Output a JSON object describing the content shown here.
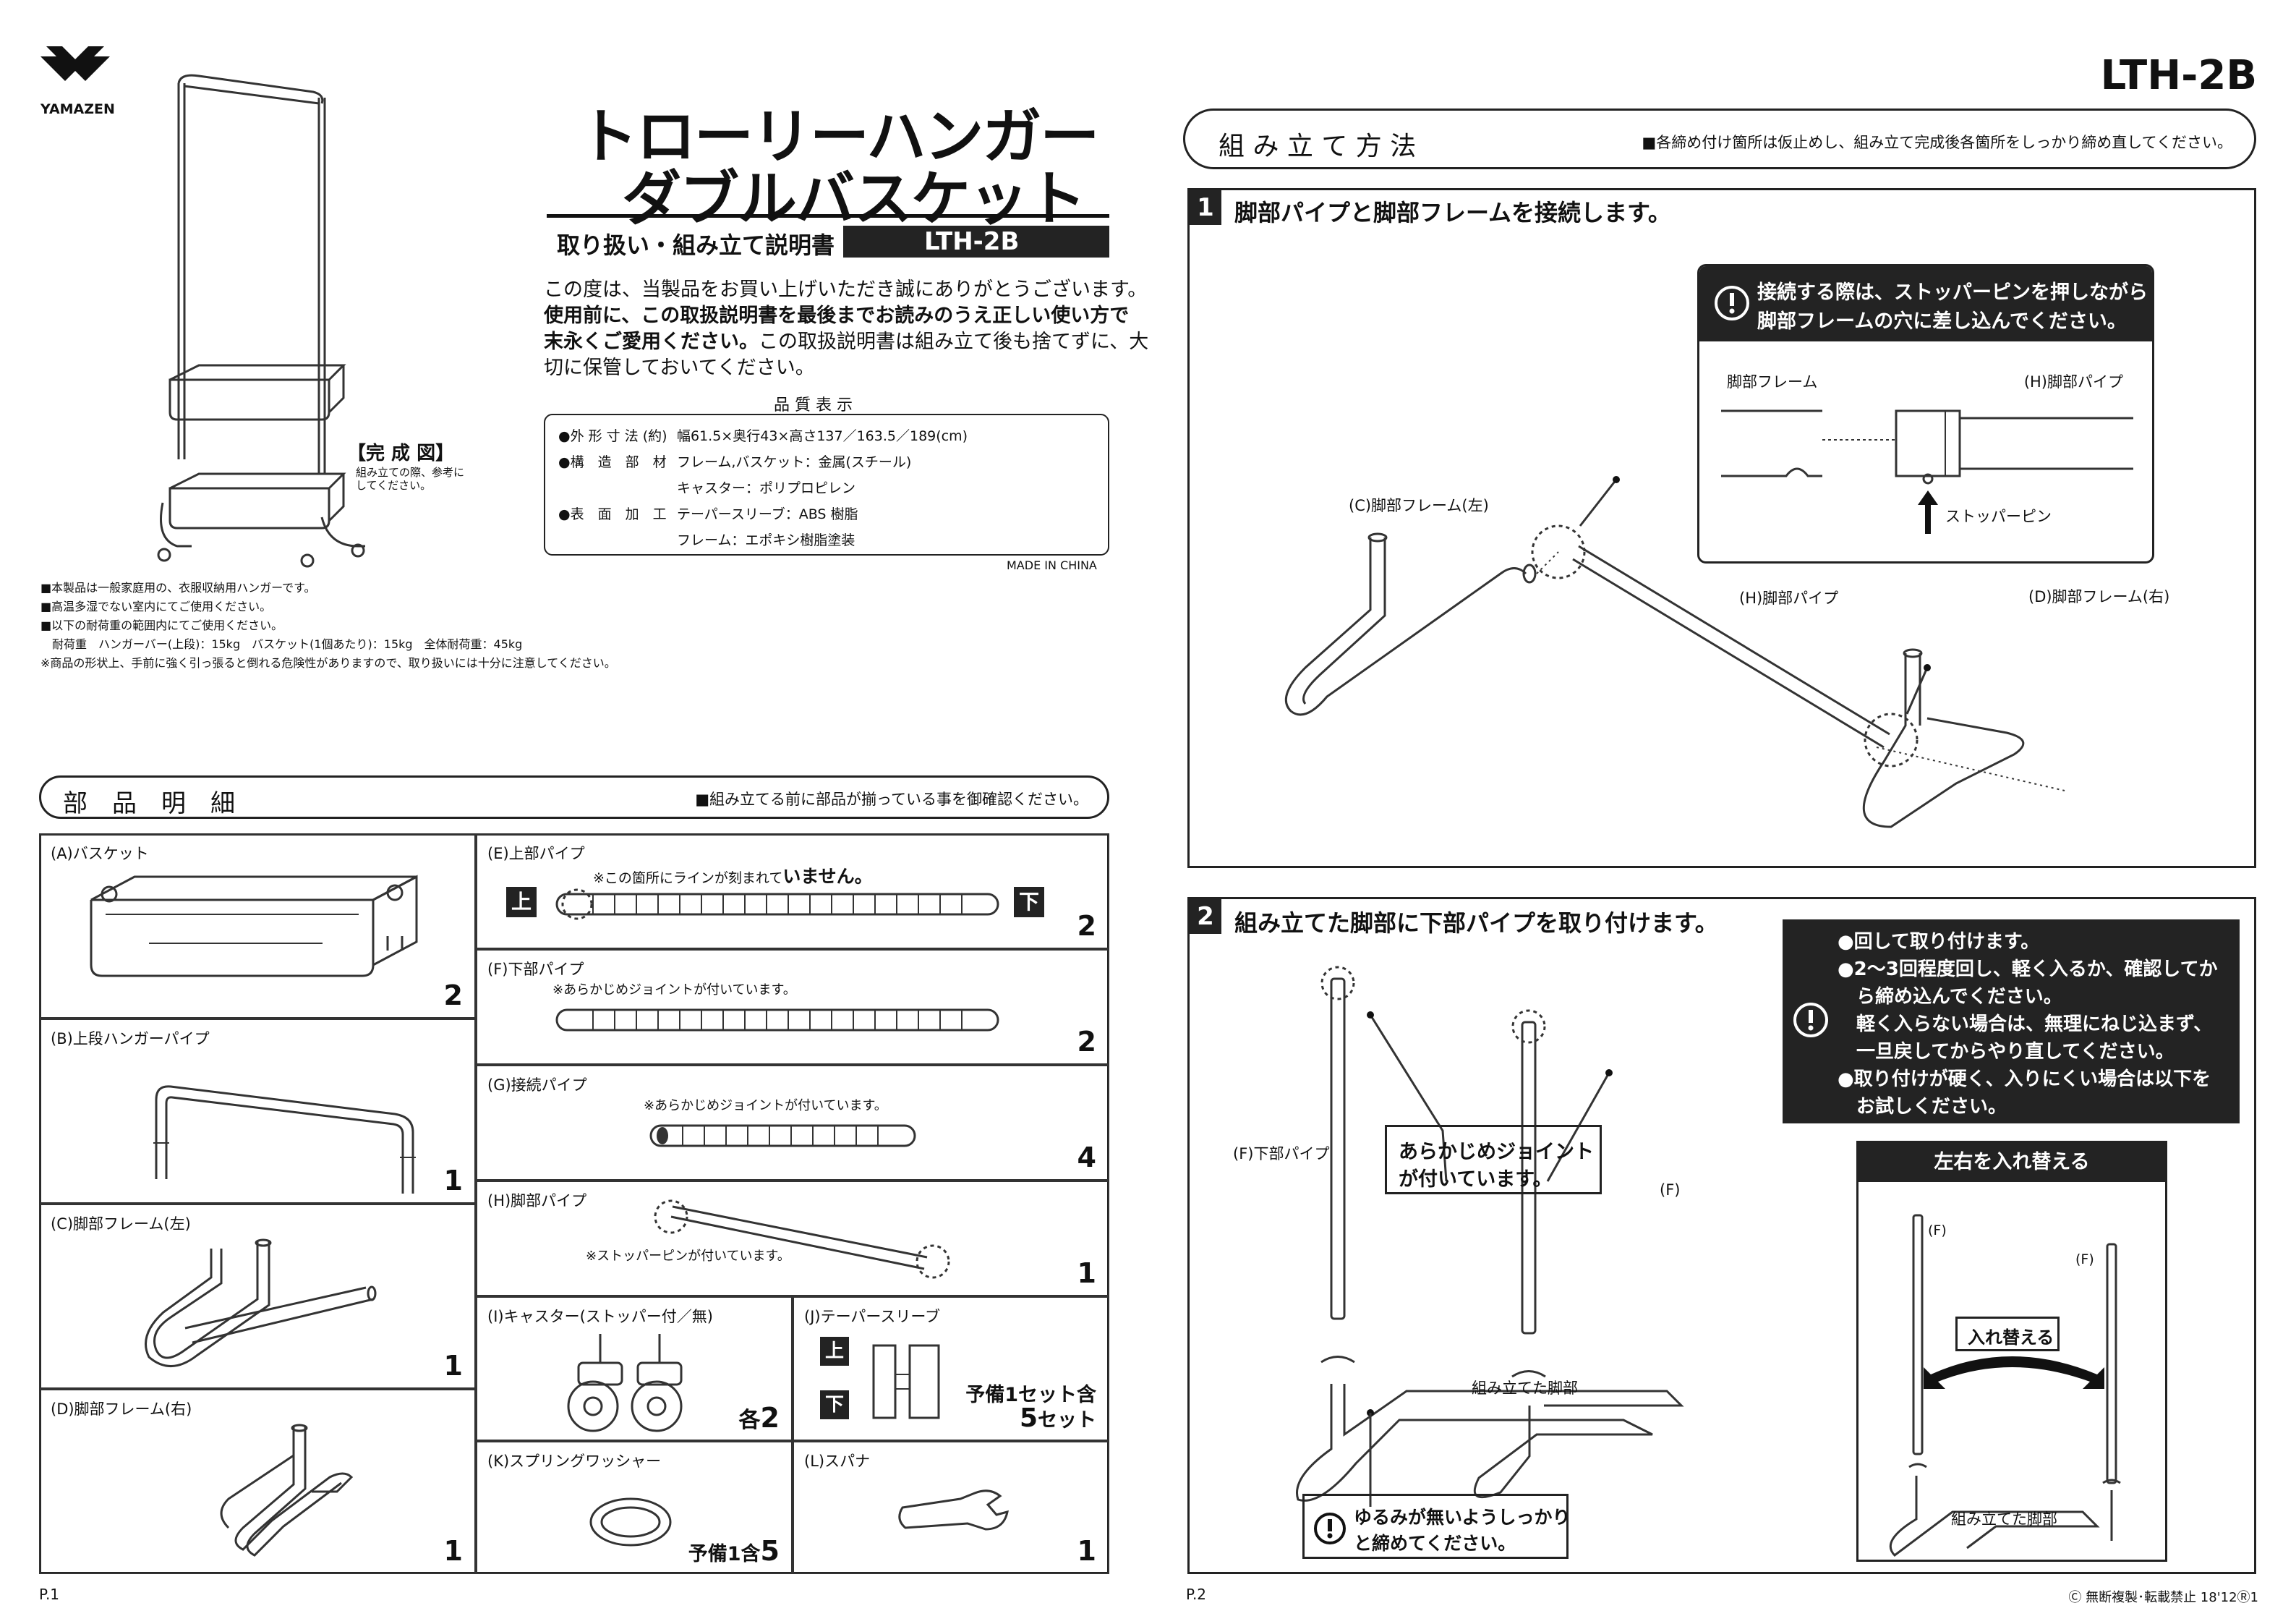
{
  "brand": "YAMAZEN",
  "model": "LTH-2B",
  "title": {
    "line1": "トローリーハンガー",
    "line2": "ダブルバスケット"
  },
  "manual_label": "取り扱い・組み立て説明書",
  "intro": {
    "line1": "この度は、当製品をお買い上げいただき誠にありがとうございます。",
    "line2": "使用前に、この取扱説明書を最後までお読みのうえ正しい使い方で",
    "line3a": "末永くご愛用ください。",
    "line3b": "この取扱説明書は組み立て後も捨てずに、大",
    "line4": "切に保管しておいてください。"
  },
  "quality": {
    "heading": "品 質 表 示",
    "rows": [
      {
        "label": "●外 形 寸 法 (約)",
        "value": "幅61.5×奥行43×高さ137／163.5／189(cm)"
      },
      {
        "label": "●構　造　部　材",
        "value": "フレーム,バスケット：金属(スチール)"
      },
      {
        "label": "",
        "value": "キャスター：ポリプロピレン"
      },
      {
        "label": "●表　面　加　工",
        "value": "テーパースリーブ：ABS 樹脂"
      },
      {
        "label": "",
        "value": "フレーム：エポキシ樹脂塗装"
      }
    ],
    "made_in": "MADE IN CHINA"
  },
  "complete": {
    "label": "【完 成 図】",
    "note1": "組み立ての際、参考に",
    "note2": "してください。"
  },
  "notes": [
    "■本製品は一般家庭用の、衣服収納用ハンガーです。",
    "■高温多湿でない室内にてご使用ください。",
    "■以下の耐荷重の範囲内にてご使用ください。",
    "　耐荷重　ハンガーバー(上段)：15kg　バスケット(1個あたり)：15kg　全体耐荷重：45kg",
    "※商品の形状上、手前に強く引っ張ると倒れる危険性がありますので、取り扱いには十分に注意してください。"
  ],
  "parts": {
    "heading": "部　品　明　細",
    "note": "■組み立てる前に部品が揃っている事を御確認ください。",
    "a": {
      "label": "(A)バスケット",
      "qty": "2"
    },
    "b": {
      "label": "(B)上段ハンガーパイプ",
      "qty": "1"
    },
    "c": {
      "label": "(C)脚部フレーム(左)",
      "qty": "1"
    },
    "d": {
      "label": "(D)脚部フレーム(右)",
      "qty": "1"
    },
    "e": {
      "label": "(E)上部パイプ",
      "note_prefix": "※この箇所にラインが刻まれて",
      "note_emph": "いません。",
      "qty": "2",
      "top": "上",
      "bottom": "下"
    },
    "f": {
      "label": "(F)下部パイプ",
      "note": "※あらかじめジョイントが付いています。",
      "qty": "2"
    },
    "g": {
      "label": "(G)接続パイプ",
      "note": "※あらかじめジョイントが付いています。",
      "qty": "4"
    },
    "h": {
      "label": "(H)脚部パイプ",
      "note": "※ストッパーピンが付いています。",
      "qty": "1"
    },
    "i": {
      "label": "(I)キャスター(ストッパー付／無)",
      "qty_prefix": "各",
      "qty": "2"
    },
    "j": {
      "label": "(J)テーパースリーブ",
      "top": "上",
      "bottom": "下",
      "qty_line1": "予備1セット含",
      "qty_line2_num": "5",
      "qty_line2_unit": "セット"
    },
    "k": {
      "label": "(K)スプリングワッシャー",
      "qty_prefix": "予備1含",
      "qty": "5"
    },
    "l": {
      "label": "(L)スパナ",
      "qty": "1"
    }
  },
  "assembly": {
    "heading": "組 み 立 て 方 法",
    "note": "■各締め付け箇所は仮止めし、組み立て完成後各箇所をしっかり締め直してください。"
  },
  "step1": {
    "num": "1",
    "title": "脚部パイプと脚部フレームを接続します。",
    "callout1": "接続する際は、ストッパーピンを押しながら",
    "callout2": "脚部フレームの穴に差し込んでください。",
    "frame_label": "脚部フレーム",
    "pipe_label": "(H)脚部パイプ",
    "pin_label": "ストッパーピン",
    "c_label": "(C)脚部フレーム(左)",
    "h_label": "(H)脚部パイプ",
    "d_label": "(D)脚部フレーム(右)"
  },
  "step2": {
    "num": "2",
    "title": "組み立てた脚部に下部パイプを取り付けます。",
    "f_left": "(F)下部パイプ",
    "f_right": "(F)",
    "joint1": "あらかじめジョイント",
    "joint2": "が付いています。",
    "base_label": "組み立てた脚部",
    "tight1": "ゆるみが無いようしっかり",
    "tight2": "と締めてください。",
    "warn": [
      "●回して取り付けます。",
      "●2～3回程度回し、軽く入るか、確認してか",
      "　ら締め込んでください。",
      "　軽く入らない場合は、無理にねじ込まず、",
      "　一旦戻してからやり直してください。",
      "●取り付けが硬く、入りにくい場合は以下を",
      "　お試しください。"
    ],
    "swap_title": "左右を入れ替える",
    "swap_label": "入れ替える",
    "swap_f1": "(F)",
    "swap_f2": "(F)",
    "swap_base": "組み立てた脚部"
  },
  "footer": {
    "p1": "P.1",
    "p2": "P.2",
    "copyright": "Ⓒ 無断複製･転載禁止 18'12Ⓡ1"
  }
}
